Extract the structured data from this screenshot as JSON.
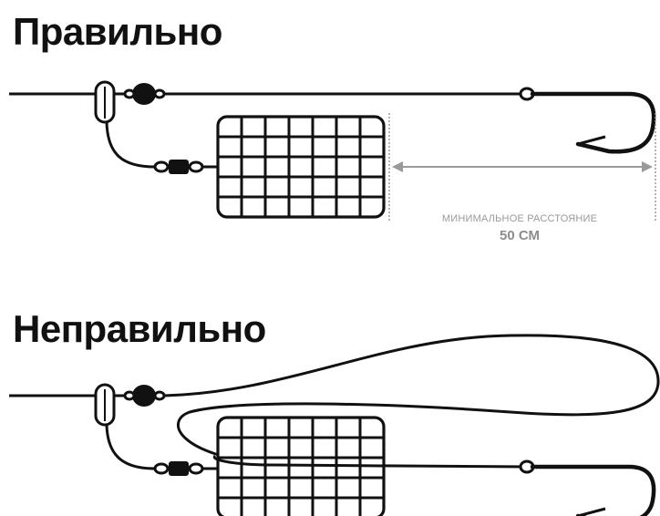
{
  "sections": {
    "correct": {
      "title": "Правильно",
      "distance_caption": "МИНИМАЛЬНОЕ РАССТОЯНИЕ",
      "distance_value": "50 СМ"
    },
    "wrong": {
      "title": "Неправильно"
    }
  },
  "colors": {
    "line": "#111111",
    "measure": "#9a9a9a",
    "background": "#ffffff"
  },
  "icons": [
    "feeder-cage-icon",
    "hook-icon",
    "swivel-icon",
    "bead-icon",
    "snap-clip-icon"
  ]
}
